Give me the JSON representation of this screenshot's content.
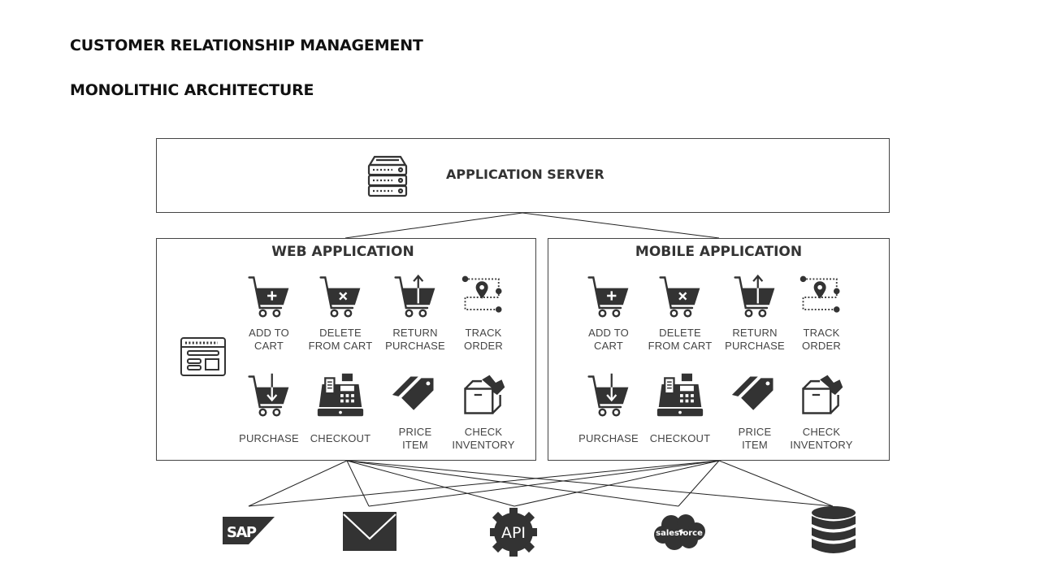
{
  "header": {
    "title": "CUSTOMER RELATIONSHIP MANAGEMENT",
    "subtitle": "MONOLITHIC ARCHITECTURE"
  },
  "server": {
    "label": "APPLICATION SERVER",
    "icon": "server-icon"
  },
  "web_app": {
    "title": "WEB APPLICATION",
    "side_icon": "webpage-icon",
    "features": [
      {
        "icon": "cart-add-icon",
        "line1": "ADD TO",
        "line2": "CART"
      },
      {
        "icon": "cart-delete-icon",
        "line1": "DELETE",
        "line2": "FROM CART"
      },
      {
        "icon": "cart-return-icon",
        "line1": "RETURN",
        "line2": "PURCHASE"
      },
      {
        "icon": "track-order-icon",
        "line1": "TRACK",
        "line2": "ORDER"
      },
      {
        "icon": "cart-purchase-icon",
        "line1": "PURCHASE",
        "line2": ""
      },
      {
        "icon": "cash-register-icon",
        "line1": "CHECKOUT",
        "line2": ""
      },
      {
        "icon": "price-tag-icon",
        "line1": "PRICE",
        "line2": "ITEM"
      },
      {
        "icon": "inventory-box-icon",
        "line1": "CHECK",
        "line2": "INVENTORY"
      }
    ]
  },
  "mobile_app": {
    "title": "MOBILE APPLICATION",
    "features": [
      {
        "icon": "cart-add-icon",
        "line1": "ADD TO",
        "line2": "CART"
      },
      {
        "icon": "cart-delete-icon",
        "line1": "DELETE",
        "line2": "FROM CART"
      },
      {
        "icon": "cart-return-icon",
        "line1": "RETURN",
        "line2": "PURCHASE"
      },
      {
        "icon": "track-order-icon",
        "line1": "TRACK",
        "line2": "ORDER"
      },
      {
        "icon": "cart-purchase-icon",
        "line1": "PURCHASE",
        "line2": ""
      },
      {
        "icon": "cash-register-icon",
        "line1": "CHECKOUT",
        "line2": ""
      },
      {
        "icon": "price-tag-icon",
        "line1": "PRICE",
        "line2": "ITEM"
      },
      {
        "icon": "inventory-box-icon",
        "line1": "CHECK",
        "line2": "INVENTORY"
      }
    ]
  },
  "integrations": [
    {
      "name": "SAP",
      "icon": "sap-logo-icon",
      "text": "SAP"
    },
    {
      "name": "Email",
      "icon": "mail-icon",
      "text": ""
    },
    {
      "name": "API",
      "icon": "api-gear-icon",
      "text": "API"
    },
    {
      "name": "Salesforce",
      "icon": "salesforce-logo-icon",
      "text": "salesforce"
    },
    {
      "name": "Database",
      "icon": "database-icon",
      "text": ""
    }
  ],
  "colors": {
    "icon_fill": "#333333",
    "border": "#444444",
    "text": "#333333"
  }
}
